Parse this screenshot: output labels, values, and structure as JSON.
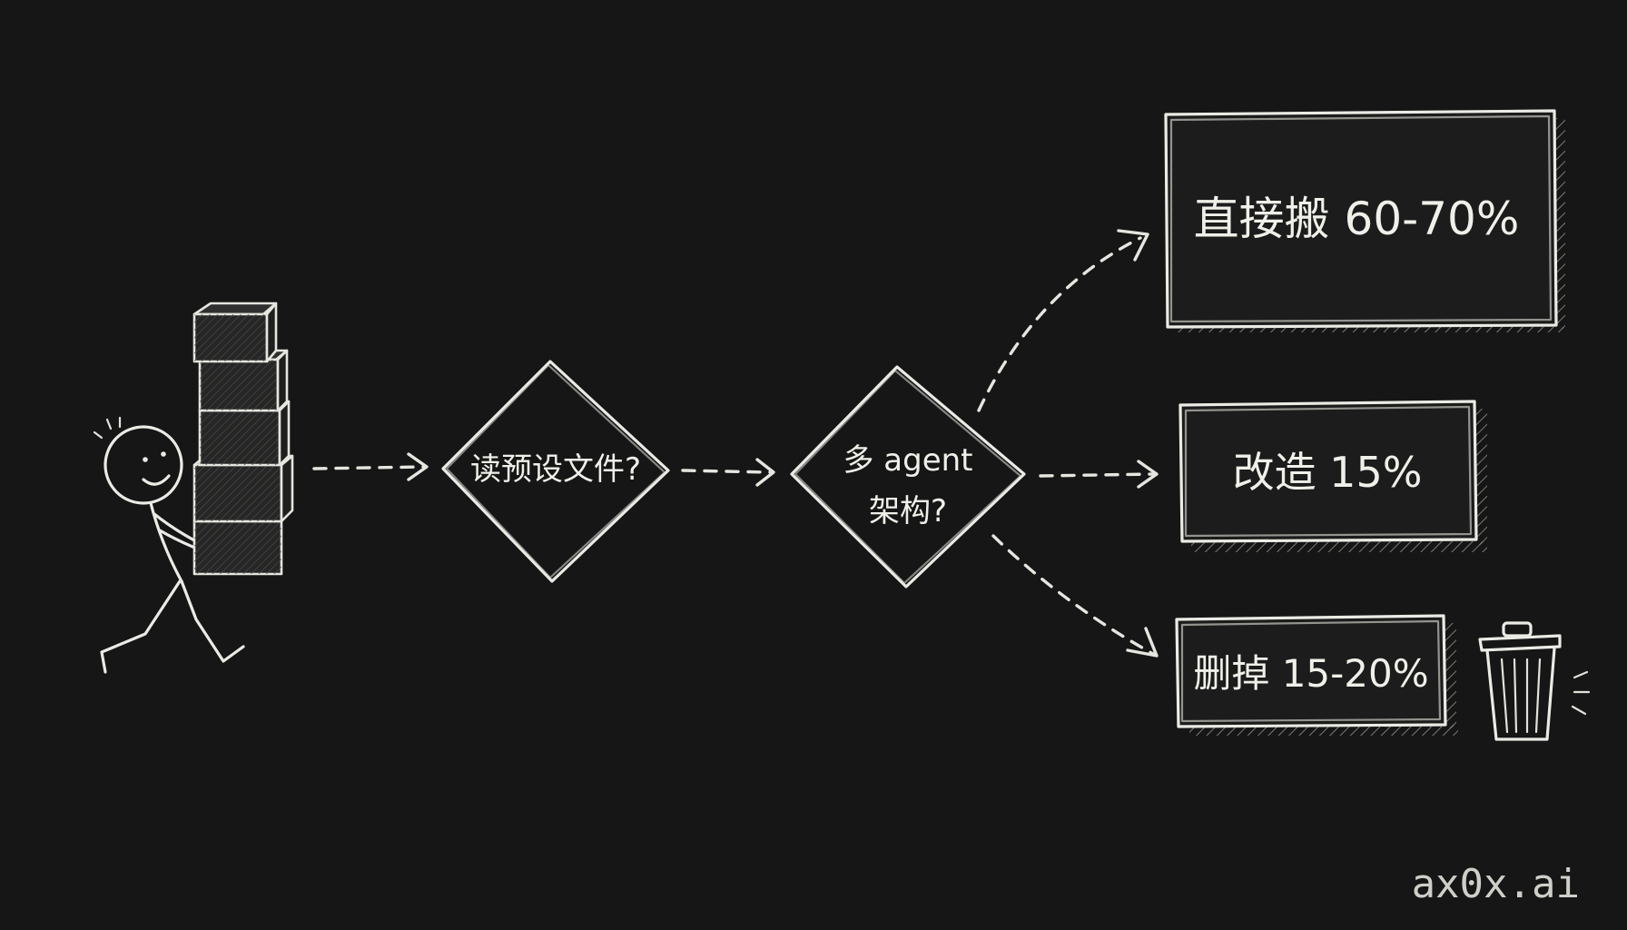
{
  "diagram": {
    "decision_1": "读预设文件?",
    "decision_2_line1": "多 agent",
    "decision_2_line2": "架构?",
    "outcomes": [
      {
        "label": "直接搬 60-70%"
      },
      {
        "label": "改造 15%"
      },
      {
        "label": "删掉 15-20%"
      }
    ]
  },
  "watermark": "ax0x.ai",
  "colors": {
    "background": "#161616",
    "chalk": "#ebebe6"
  },
  "icons": [
    "stick-figure-carrying-boxes",
    "trash-can-icon"
  ]
}
